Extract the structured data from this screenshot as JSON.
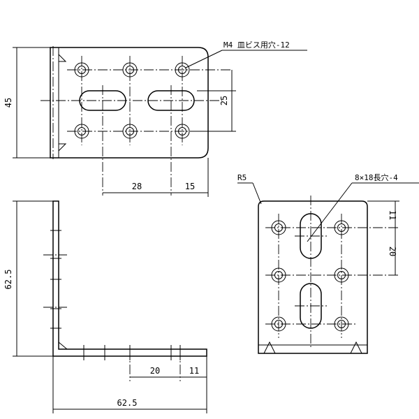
{
  "top_view": {
    "hole_note": "M4 皿ビス用穴-12",
    "dim_height": "45",
    "dim_slot_spacing": "25",
    "dim_28": "28",
    "dim_15": "15"
  },
  "side_view": {
    "dim_vertical": "62.5",
    "dim_20": "20",
    "dim_11": "11",
    "dim_horizontal": "62.5"
  },
  "front_view": {
    "radius_note": "R5",
    "slot_note": "8×18長穴-4",
    "dim_11": "11",
    "dim_20": "20"
  }
}
